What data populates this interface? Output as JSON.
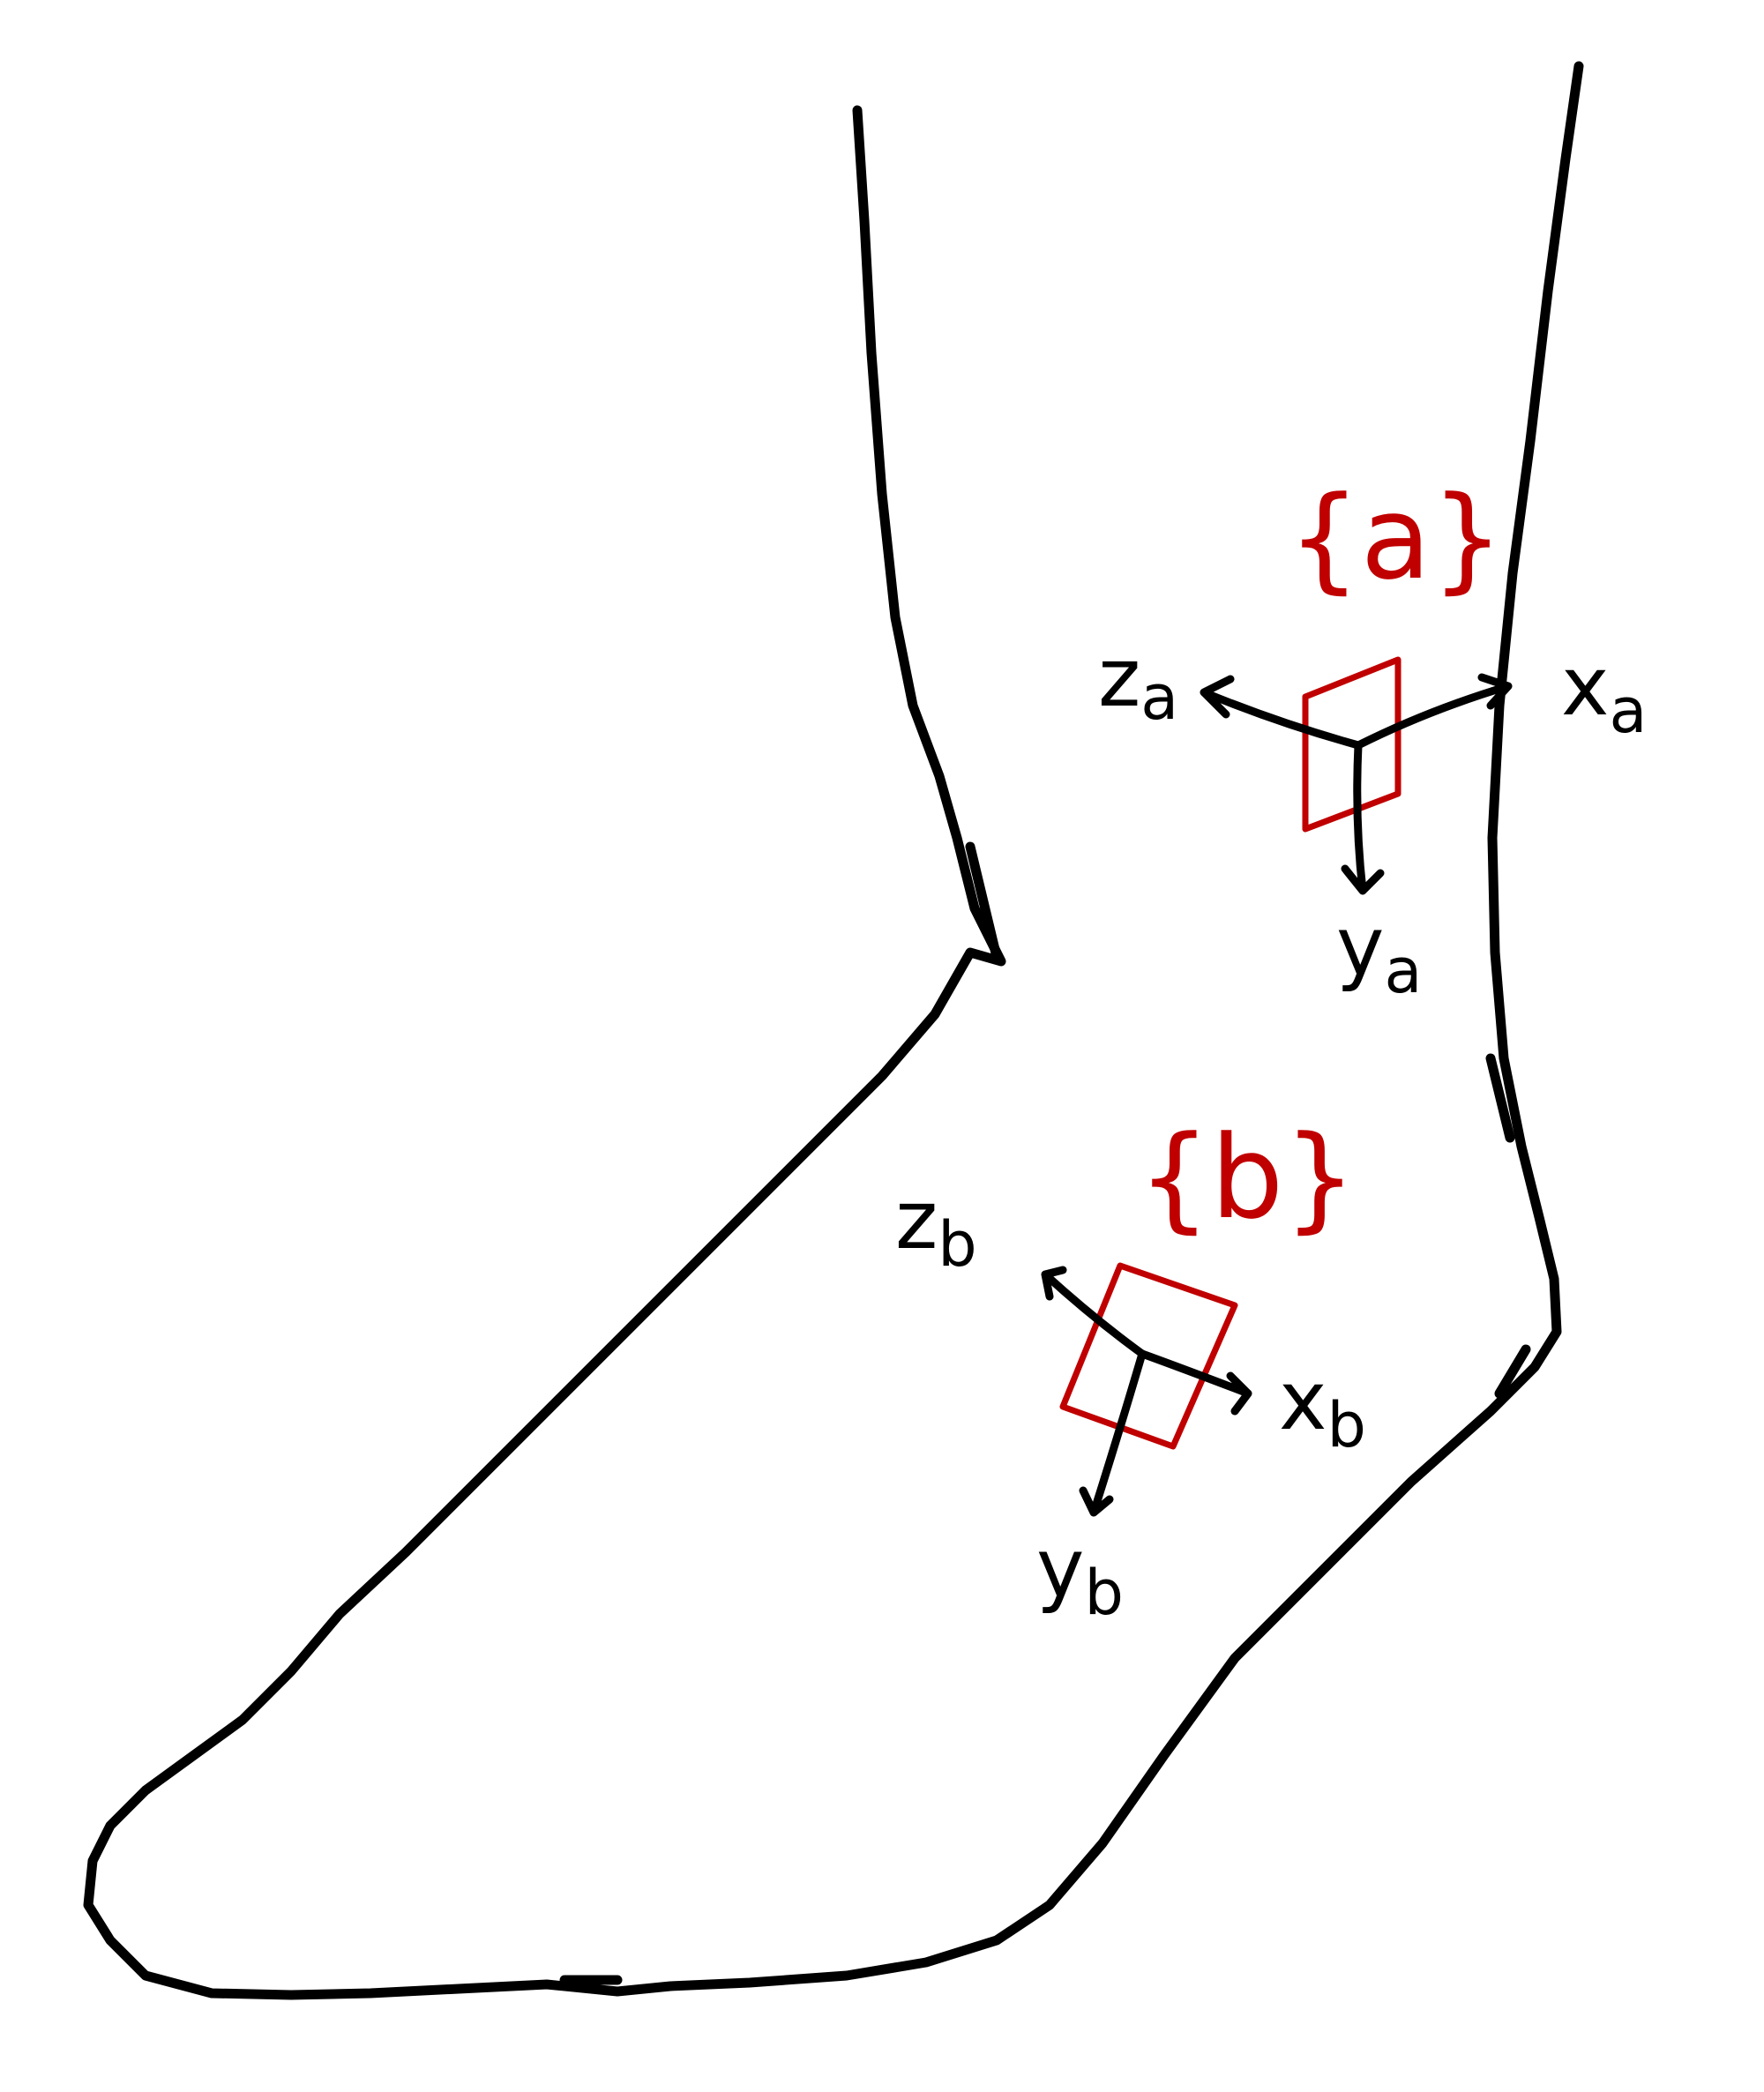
{
  "colors": {
    "outline": "#000000",
    "frame": "#c00000",
    "background": "#ffffff"
  },
  "frames": {
    "a": {
      "label": "{a}",
      "x_axis": "x",
      "x_sub": "a",
      "y_axis": "y",
      "y_sub": "a",
      "z_axis": "z",
      "z_sub": "a"
    },
    "b": {
      "label": "{b}",
      "x_axis": "x",
      "x_sub": "b",
      "y_axis": "y",
      "y_sub": "b",
      "z_axis": "z",
      "z_sub": "b"
    }
  }
}
